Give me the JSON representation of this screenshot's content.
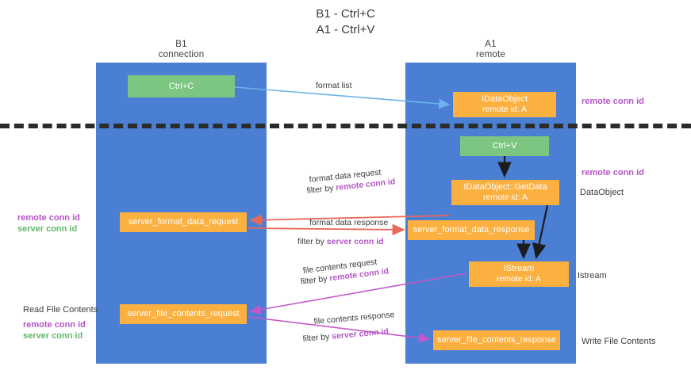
{
  "title": {
    "line1": "B1 - Ctrl+C",
    "line2": "A1 - Ctrl+V"
  },
  "lanes": [
    {
      "id": "b1",
      "name": "B1",
      "subtitle": "connection",
      "color": "#4a7fd4"
    },
    {
      "id": "a1",
      "name": "A1",
      "subtitle": "remote",
      "color": "#4a7fd4"
    }
  ],
  "nodes": {
    "ctrl_c": {
      "label": "Ctrl+C",
      "color": "#7dc681"
    },
    "idataobject": {
      "label": "IDataObject",
      "sub": "remote id: A",
      "color": "#fbb040"
    },
    "ctrl_v": {
      "label": "Ctrl+V",
      "color": "#7dc681"
    },
    "getdata": {
      "label": "IDataObject::GetData",
      "sub": "remote id: A",
      "color": "#fbb040"
    },
    "format_data_request": {
      "label": "server_format_data_request",
      "color": "#fbb040"
    },
    "format_data_response": {
      "label": "server_format_data_response",
      "color": "#fbb040"
    },
    "istream": {
      "label": "IStream",
      "sub": "remote id: A",
      "color": "#fbb040"
    },
    "file_contents_request": {
      "label": "server_file_contents_request",
      "color": "#fbb040"
    },
    "file_contents_response": {
      "label": "server_file_contents_response",
      "color": "#fbb040"
    }
  },
  "edges": {
    "format_list": {
      "label": "format list",
      "color": "#6bb3e8"
    },
    "format_data_request": {
      "label": "format data request",
      "filter_prefix": "filter by ",
      "filter_key": "remote conn id",
      "color": "#e8685a"
    },
    "format_data_response": {
      "label": "format data response",
      "filter_prefix": "filter by ",
      "filter_key": "server conn id",
      "color": "#e8685a"
    },
    "file_contents_request": {
      "label": "file contents request",
      "filter_prefix": "filter by ",
      "filter_key": "remote conn id",
      "color": "#c657c9"
    },
    "file_contents_response": {
      "label": "file contents response",
      "filter_prefix": "filter by ",
      "filter_key": "server conn id",
      "color": "#c657c9"
    }
  },
  "side_labels": {
    "remote_conn_id_top": "remote conn id",
    "remote_conn_id_mid": "remote conn id",
    "dataobject": "DataObject",
    "istream": "Istream",
    "write_file_contents": "Write File Contents",
    "read_file_contents": "Read File Contents",
    "remote_conn_id_left_a": "remote conn id",
    "server_conn_id_left_a": "server conn id",
    "remote_conn_id_left_b": "remote conn id",
    "server_conn_id_left_b": "server conn id"
  },
  "colors": {
    "lane": "#4a7fd4",
    "green": "#7dc681",
    "orange": "#fbb040",
    "purple": "#b455c8",
    "green_text": "#5fb867",
    "red_arrow": "#e8685a",
    "blue_arrow": "#6bb3e8",
    "magenta_arrow": "#c657c9",
    "divider": "#2b2b2b"
  }
}
